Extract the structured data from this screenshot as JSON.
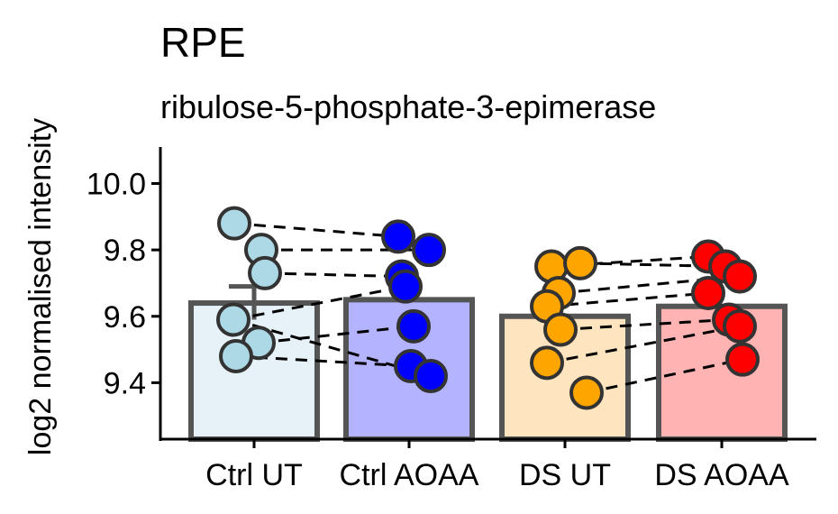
{
  "chart_data": {
    "type": "bar",
    "title": "RPE",
    "subtitle": "ribulose-5-phosphate-3-epimerase",
    "xlabel": "",
    "ylabel": "log2 normalised intensity",
    "ylim": [
      9.23,
      10.11
    ],
    "yticks": [
      9.4,
      9.6,
      9.8,
      10.0
    ],
    "ytick_labels": [
      "9.4",
      "9.6",
      "9.8",
      "10.0"
    ],
    "grid": false,
    "legend": "none",
    "categories": [
      "Ctrl UT",
      "Ctrl AOAA",
      "DS UT",
      "DS AOAA"
    ],
    "values": [
      9.64,
      9.65,
      9.6,
      9.63
    ],
    "errors": [
      0.05,
      0.0,
      0.0,
      0.0
    ],
    "bar_fill_colors": [
      "#e6f2f8",
      "#b3b3ff",
      "#ffe5bf",
      "#ffb3b3"
    ],
    "point_colors": [
      "#add8e6",
      "#0000ff",
      "#ffa500",
      "#ff0000"
    ],
    "points": [
      [
        9.88,
        9.8,
        9.73,
        9.59,
        9.52,
        9.48
      ],
      [
        9.84,
        9.8,
        9.72,
        9.69,
        9.57,
        9.45,
        9.42
      ],
      [
        9.75,
        9.76,
        9.67,
        9.63,
        9.56,
        9.46,
        9.37
      ],
      [
        9.78,
        9.75,
        9.72,
        9.67,
        9.59,
        9.57,
        9.47
      ]
    ],
    "pairs": [
      {
        "from": [
          0,
          9.88
        ],
        "to": [
          1,
          9.84
        ]
      },
      {
        "from": [
          0,
          9.8
        ],
        "to": [
          1,
          9.8
        ]
      },
      {
        "from": [
          0,
          9.73
        ],
        "to": [
          1,
          9.72
        ]
      },
      {
        "from": [
          0,
          9.59
        ],
        "to": [
          1,
          9.69
        ]
      },
      {
        "from": [
          0,
          9.52
        ],
        "to": [
          1,
          9.57
        ]
      },
      {
        "from": [
          0,
          9.48
        ],
        "to": [
          1,
          9.45
        ]
      },
      {
        "from": [
          0,
          9.59
        ],
        "to": [
          1,
          9.42
        ]
      },
      {
        "from": [
          2,
          9.76
        ],
        "to": [
          3,
          9.75
        ]
      },
      {
        "from": [
          2,
          9.75
        ],
        "to": [
          3,
          9.78
        ]
      },
      {
        "from": [
          2,
          9.67
        ],
        "to": [
          3,
          9.72
        ]
      },
      {
        "from": [
          2,
          9.63
        ],
        "to": [
          3,
          9.67
        ]
      },
      {
        "from": [
          2,
          9.56
        ],
        "to": [
          3,
          9.59
        ]
      },
      {
        "from": [
          2,
          9.46
        ],
        "to": [
          3,
          9.57
        ]
      },
      {
        "from": [
          2,
          9.37
        ],
        "to": [
          3,
          9.47
        ]
      }
    ]
  }
}
